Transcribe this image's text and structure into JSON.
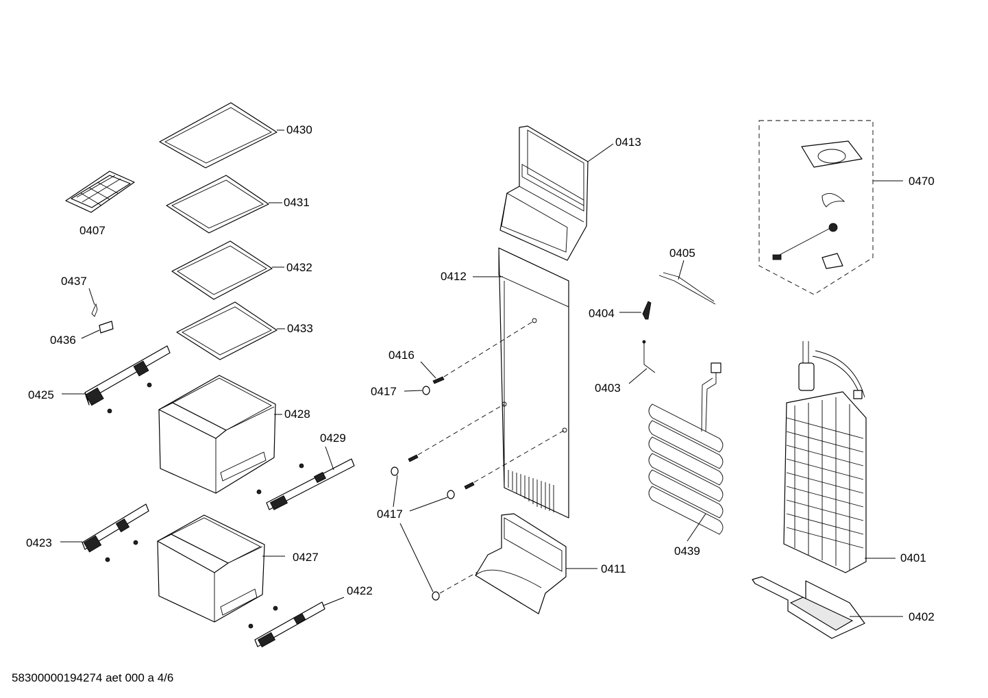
{
  "labels": {
    "p0430": "0430",
    "p0431": "0431",
    "p0432": "0432",
    "p0433": "0433",
    "p0407": "0407",
    "p0437": "0437",
    "p0436": "0436",
    "p0425": "0425",
    "p0428": "0428",
    "p0429": "0429",
    "p0423": "0423",
    "p0427": "0427",
    "p0422": "0422",
    "p0413": "0413",
    "p0412": "0412",
    "p0416": "0416",
    "p0417a": "0417",
    "p0417b": "0417",
    "p0411": "0411",
    "p0405": "0405",
    "p0404": "0404",
    "p0403": "0403",
    "p0439": "0439",
    "p0470": "0470",
    "p0401": "0401",
    "p0402": "0402"
  },
  "footer": {
    "document_code": "58300000194274 aet 000 a 4/6"
  }
}
